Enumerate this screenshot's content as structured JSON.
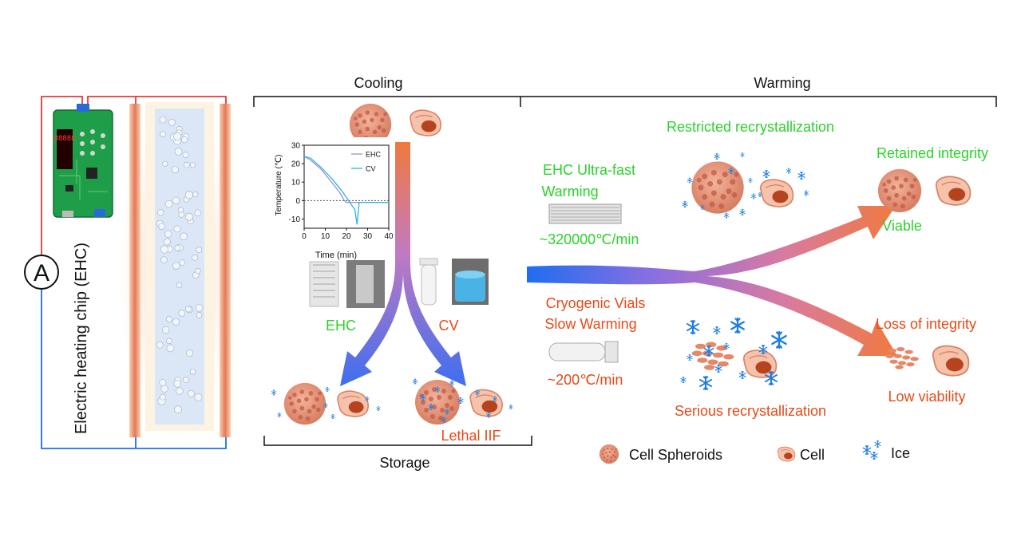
{
  "headers": {
    "cooling": "Cooling",
    "warming": "Warming",
    "storage": "Storage"
  },
  "left_device": {
    "ammeter": "A",
    "label": "Electric heating chip (EHC)",
    "display_digits": "88888"
  },
  "cooling": {
    "ehc_label": "EHC",
    "cv_label": "CV",
    "lethal_label": "Lethal IIF"
  },
  "warming": {
    "ehc_line1": "EHC Ultra-fast",
    "ehc_line2": "Warming",
    "ehc_rate": "~320000℃/min",
    "cv_line1": "Cryogenic Vials",
    "cv_line2": "Slow Warming",
    "cv_rate": "~200℃/min",
    "restricted": "Restricted recrystallization",
    "serious": "Serious recrystallization",
    "retained": "Retained integrity",
    "viable": "Viable",
    "loss": "Loss of integrity",
    "low": "Low viability"
  },
  "legend": {
    "spheroids": "Cell Spheroids",
    "cell": "Cell",
    "ice": "Ice"
  },
  "colors": {
    "green": "#2dd12d",
    "red": "#e64a19",
    "blue": "#1e6ef0",
    "orange": "#f07a3c",
    "purple": "#9b6fe0",
    "ice": "#1e7fe0"
  },
  "chart_data": {
    "type": "line",
    "title": "",
    "xlabel": "Time (min)",
    "ylabel": "Temperature (℃)",
    "xlim": [
      0,
      40
    ],
    "ylim": [
      -15,
      30
    ],
    "xticks": [
      0,
      10,
      20,
      30,
      40
    ],
    "yticks": [
      -10,
      0,
      10,
      20,
      30
    ],
    "reference_line_y": 0,
    "series": [
      {
        "name": "EHC",
        "color": "#9e8fcf",
        "x": [
          0,
          3,
          8,
          13,
          17,
          19,
          20,
          22,
          25,
          40
        ],
        "y": [
          24,
          22,
          17,
          10,
          4,
          0,
          -1,
          -1,
          -1,
          -1
        ]
      },
      {
        "name": "CV",
        "color": "#2ab7e0",
        "x": [
          0,
          3,
          8,
          13,
          18,
          21,
          24,
          25,
          26,
          27,
          40
        ],
        "y": [
          24,
          23,
          18,
          12,
          5,
          0,
          -5,
          -13,
          -1,
          -1,
          -1
        ]
      }
    ]
  }
}
